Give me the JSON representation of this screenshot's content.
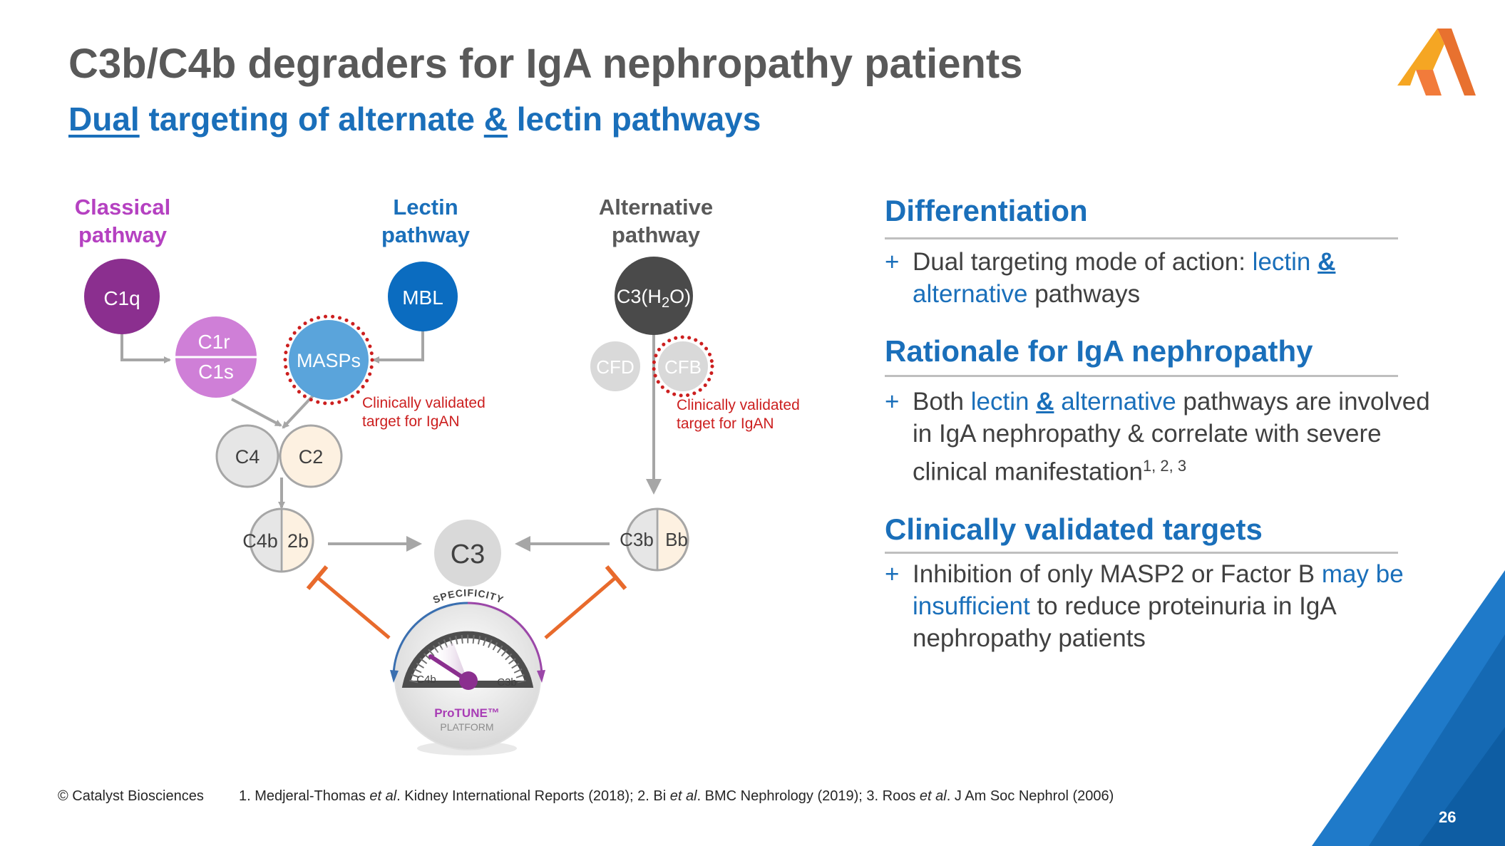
{
  "title": "C3b/C4b degraders for IgA nephropathy patients",
  "subtitle": {
    "part1": "Dual",
    "part2": " targeting of alternate ",
    "part3": "&",
    "part4": " lectin pathways"
  },
  "diagram": {
    "pathways": {
      "classical": {
        "line1": "Classical",
        "line2": "pathway",
        "color": "#b541c1"
      },
      "lectin": {
        "line1": "Lectin",
        "line2": "pathway",
        "color": "#1a6fba"
      },
      "alternative": {
        "line1": "Alternative",
        "line2": "pathway",
        "color": "#595959"
      }
    },
    "nodes": {
      "c1q": "C1q",
      "c1r": "C1r",
      "c1s": "C1s",
      "masps": "MASPs",
      "mbl": "MBL",
      "c3h2o": "C3(H",
      "c3h2o_sub": "2",
      "c3h2o_end": "O)",
      "cfd": "CFD",
      "cfb": "CFB",
      "c4": "C4",
      "c2": "C2",
      "c4b": "C4b",
      "c2b": "2b",
      "c3": "C3",
      "c3b": "C3b",
      "bb": "Bb"
    },
    "notes": {
      "lectin_line1": "Clinically validated",
      "lectin_line2": "target for IgAN",
      "alt_line1": "Clinically validated",
      "alt_line2": "target for IgAN"
    },
    "gauge": {
      "specificity": "SPECIFICITY",
      "left": "C4b",
      "right": "C3b",
      "brand": "ProTUNE™",
      "platform": "PLATFORM"
    },
    "colors": {
      "purple_dark": "#8b2f8f",
      "purple_light": "#cf7fd7",
      "blue": "#0b6cc0",
      "masps_blue": "#5aa4db",
      "dark_gray": "#4a4a4a",
      "light_gray": "#d9d9d9",
      "orange": "#e86a2c",
      "red_dots": "#cc1f1f"
    }
  },
  "sections": [
    {
      "heading": "Differentiation",
      "bullet": {
        "t1": "Dual targeting mode of action: ",
        "t2": "lectin",
        "t3": "&",
        "t4": "alternative",
        "t5": " pathways"
      }
    },
    {
      "heading": "Rationale for IgA nephropathy",
      "bullet": {
        "t1": "Both ",
        "t2": "lectin",
        "t3": "&",
        "t4": "alternative",
        "t5": " pathways are involved in IgA nephropathy & correlate with severe clinical manifestation",
        "sup": "1, 2, 3"
      }
    },
    {
      "heading": "Clinically validated targets",
      "bullet": {
        "t1": "Inhibition of only MASP2 or Factor B ",
        "t2": "may be insufficient",
        "t3": " to reduce proteinuria in IgA nephropathy patients"
      }
    }
  ],
  "footer": {
    "copyright": "© Catalyst Biosciences",
    "ref1a": "1. Medjeral-Thomas ",
    "ref1b": "et al",
    "ref1c": ". Kidney International Reports (2018); 2. Bi ",
    "ref2b": "et al",
    "ref2c": ". BMC Nephrology (2019); 3. Roos ",
    "ref3b": "et al",
    "ref3c": ". J Am Soc Nephrol (2006)"
  },
  "page_number": "26"
}
